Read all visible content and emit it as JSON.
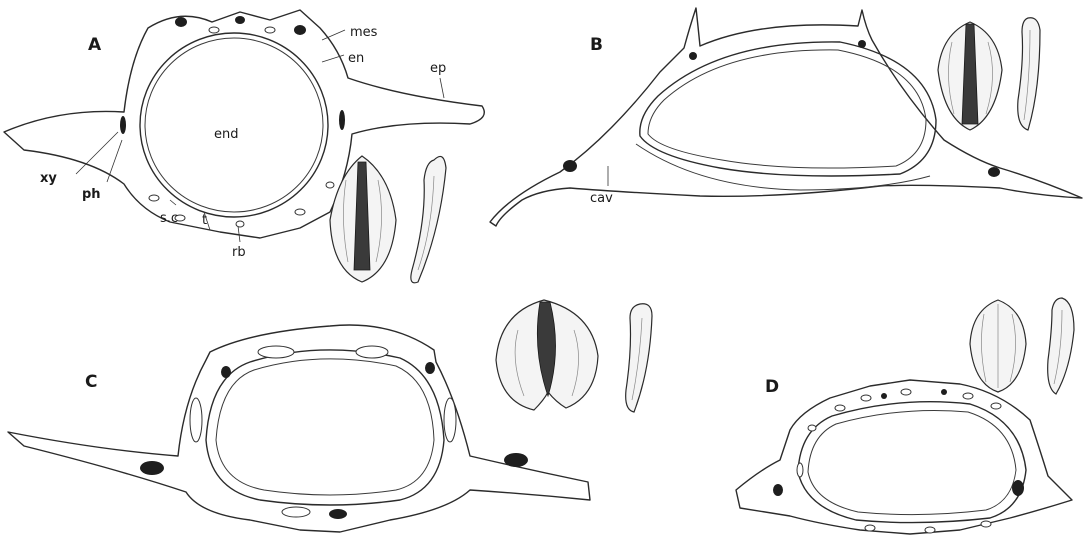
{
  "panels": {
    "a": {
      "letter": "A"
    },
    "b": {
      "letter": "B"
    },
    "c": {
      "letter": "C"
    },
    "d": {
      "letter": "D"
    }
  },
  "labels": {
    "mes": "mes",
    "en": "en",
    "ep": "ep",
    "end": "end",
    "xy": "xy",
    "ph": "ph",
    "sc": "s.c",
    "t": "t",
    "rb": "rb",
    "cav": "cav"
  }
}
